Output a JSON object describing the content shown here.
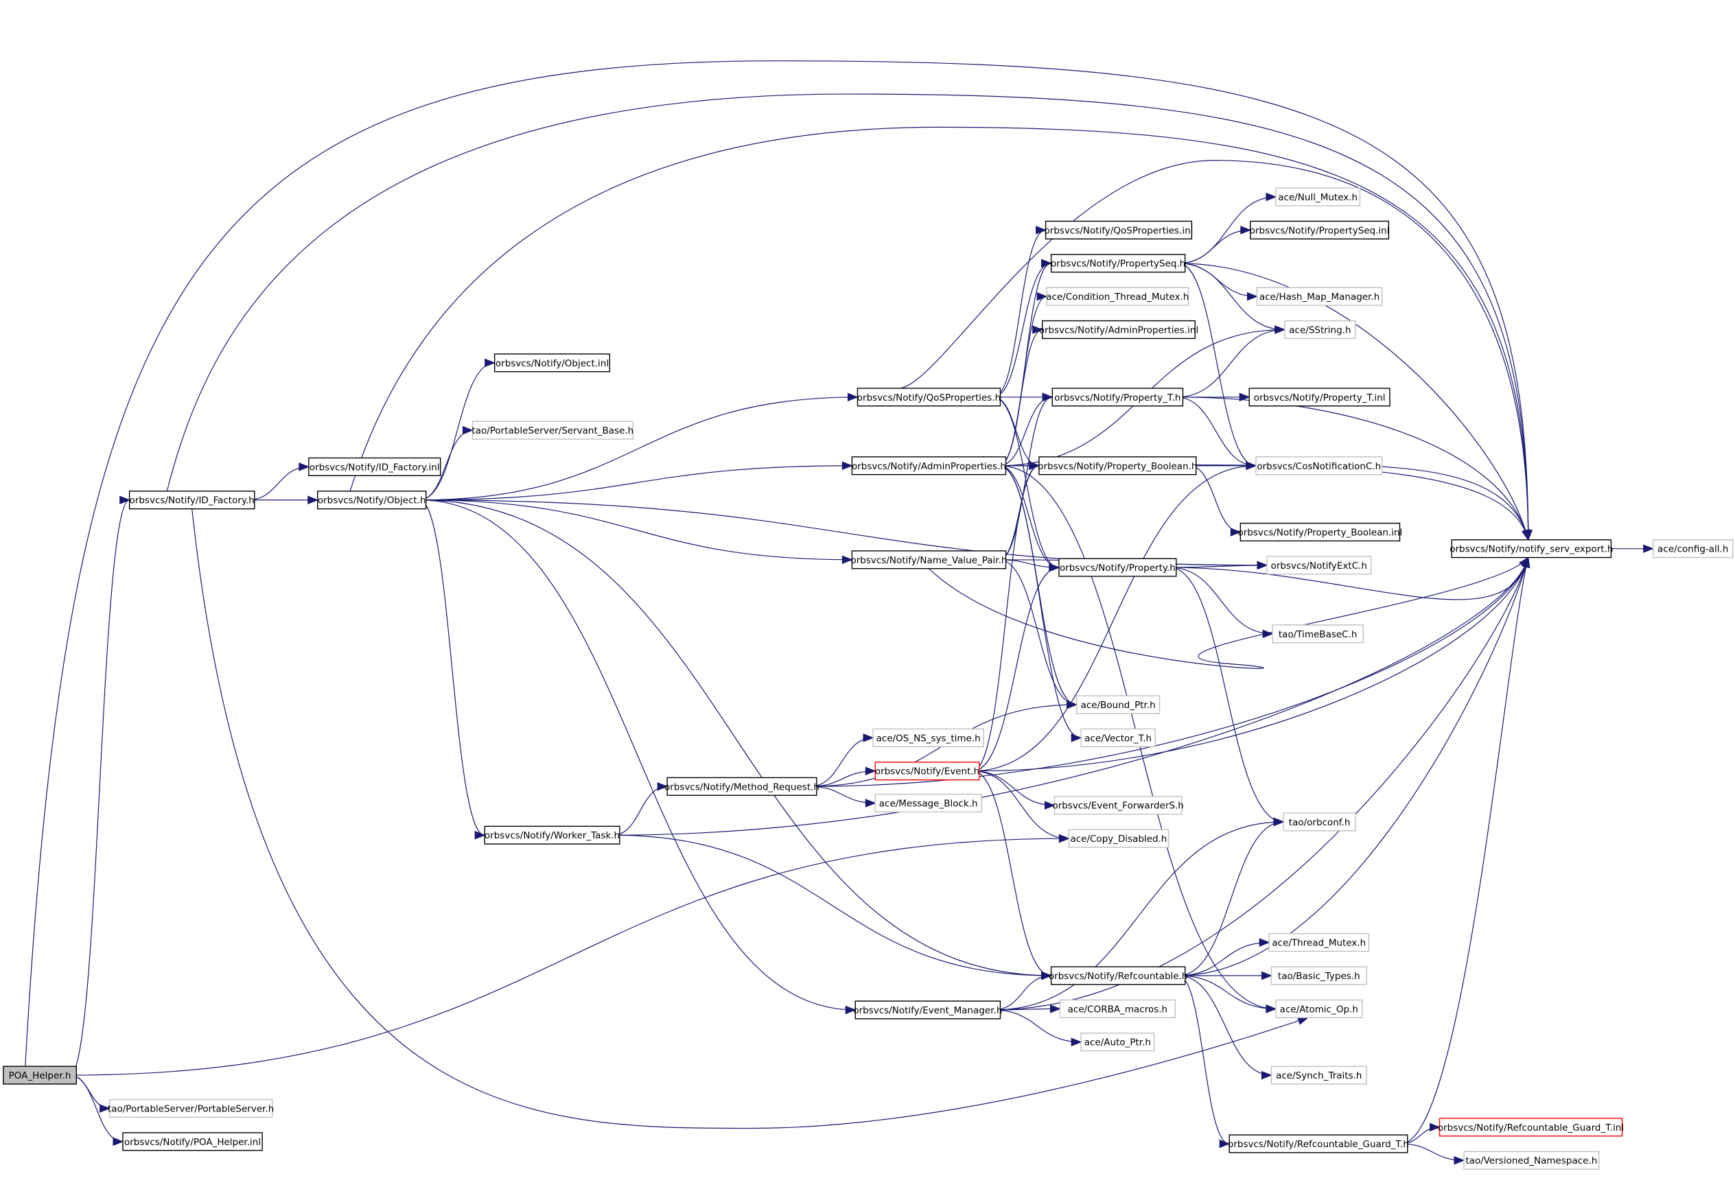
{
  "colors": {
    "edge": "#191970",
    "box_documented": "#000000",
    "box_undocumented": "#bfbfbf",
    "box_truncated": "#ff0000",
    "root_fill": "#bfbfbf",
    "background": "#ffffff"
  },
  "nodes": [
    {
      "id": "poa_helper_h",
      "label": "POA_Helper.h",
      "kind": "root"
    },
    {
      "id": "portableserver_h",
      "label": "tao/PortableServer/PortableServer.h",
      "kind": "undocumented"
    },
    {
      "id": "poa_helper_inl",
      "label": "orbsvcs/Notify/POA_Helper.inl",
      "kind": "documented"
    },
    {
      "id": "id_factory_h",
      "label": "orbsvcs/Notify/ID_Factory.h",
      "kind": "documented"
    },
    {
      "id": "id_factory_inl",
      "label": "orbsvcs/Notify/ID_Factory.inl",
      "kind": "documented"
    },
    {
      "id": "object_h",
      "label": "orbsvcs/Notify/Object.h",
      "kind": "documented"
    },
    {
      "id": "object_inl",
      "label": "orbsvcs/Notify/Object.inl",
      "kind": "documented"
    },
    {
      "id": "servant_base_h",
      "label": "tao/PortableServer/Servant_Base.h",
      "kind": "undocumented"
    },
    {
      "id": "qosproperties_h",
      "label": "orbsvcs/Notify/QoSProperties.h",
      "kind": "documented"
    },
    {
      "id": "adminproperties_h",
      "label": "orbsvcs/Notify/AdminProperties.h",
      "kind": "documented"
    },
    {
      "id": "name_value_pair_h",
      "label": "orbsvcs/Notify/Name_Value_Pair.h",
      "kind": "documented"
    },
    {
      "id": "worker_task_h",
      "label": "orbsvcs/Notify/Worker_Task.h",
      "kind": "documented"
    },
    {
      "id": "method_request_h",
      "label": "orbsvcs/Notify/Method_Request.h",
      "kind": "documented"
    },
    {
      "id": "event_manager_h",
      "label": "orbsvcs/Notify/Event_Manager.h",
      "kind": "documented"
    },
    {
      "id": "refcountable_guard_t_h",
      "label": "orbsvcs/Notify/Refcountable_Guard_T.h",
      "kind": "documented"
    },
    {
      "id": "qosproperties_inl",
      "label": "orbsvcs/Notify/QoSProperties.inl",
      "kind": "documented"
    },
    {
      "id": "propertyseq_h",
      "label": "orbsvcs/Notify/PropertySeq.h",
      "kind": "documented"
    },
    {
      "id": "condition_thread_mutex_h",
      "label": "ace/Condition_Thread_Mutex.h",
      "kind": "undocumented"
    },
    {
      "id": "adminproperties_inl",
      "label": "orbsvcs/Notify/AdminProperties.inl",
      "kind": "documented"
    },
    {
      "id": "property_t_h",
      "label": "orbsvcs/Notify/Property_T.h",
      "kind": "documented"
    },
    {
      "id": "property_boolean_h",
      "label": "orbsvcs/Notify/Property_Boolean.h",
      "kind": "documented"
    },
    {
      "id": "property_h",
      "label": "orbsvcs/Notify/Property.h",
      "kind": "documented"
    },
    {
      "id": "bound_ptr_h",
      "label": "ace/Bound_Ptr.h",
      "kind": "undocumented"
    },
    {
      "id": "vector_t_h",
      "label": "ace/Vector_T.h",
      "kind": "undocumented"
    },
    {
      "id": "os_ns_sys_time_h",
      "label": "ace/OS_NS_sys_time.h",
      "kind": "undocumented"
    },
    {
      "id": "event_h",
      "label": "orbsvcs/Notify/Event.h",
      "kind": "truncated"
    },
    {
      "id": "message_block_h",
      "label": "ace/Message_Block.h",
      "kind": "undocumented"
    },
    {
      "id": "event_forwarders_h",
      "label": "orbsvcs/Event_ForwarderS.h",
      "kind": "undocumented"
    },
    {
      "id": "copy_disabled_h",
      "label": "ace/Copy_Disabled.h",
      "kind": "undocumented"
    },
    {
      "id": "refcountable_h",
      "label": "orbsvcs/Notify/Refcountable.h",
      "kind": "documented"
    },
    {
      "id": "corba_macros_h",
      "label": "ace/CORBA_macros.h",
      "kind": "undocumented"
    },
    {
      "id": "auto_ptr_h",
      "label": "ace/Auto_Ptr.h",
      "kind": "undocumented"
    },
    {
      "id": "null_mutex_h",
      "label": "ace/Null_Mutex.h",
      "kind": "undocumented"
    },
    {
      "id": "propertyseq_inl",
      "label": "orbsvcs/Notify/PropertySeq.inl",
      "kind": "documented"
    },
    {
      "id": "hash_map_manager_h",
      "label": "ace/Hash_Map_Manager.h",
      "kind": "undocumented"
    },
    {
      "id": "sstring_h",
      "label": "ace/SString.h",
      "kind": "undocumented"
    },
    {
      "id": "property_t_inl",
      "label": "orbsvcs/Notify/Property_T.inl",
      "kind": "documented"
    },
    {
      "id": "cosnotificationc_h",
      "label": "orbsvcs/CosNotificationC.h",
      "kind": "undocumented"
    },
    {
      "id": "property_boolean_inl",
      "label": "orbsvcs/Notify/Property_Boolean.inl",
      "kind": "documented"
    },
    {
      "id": "notifyextc_h",
      "label": "orbsvcs/NotifyExtC.h",
      "kind": "undocumented"
    },
    {
      "id": "timebasec_h",
      "label": "tao/TimeBaseC.h",
      "kind": "undocumented"
    },
    {
      "id": "orbconf_h",
      "label": "tao/orbconf.h",
      "kind": "undocumented"
    },
    {
      "id": "thread_mutex_h",
      "label": "ace/Thread_Mutex.h",
      "kind": "undocumented"
    },
    {
      "id": "basic_types_h",
      "label": "tao/Basic_Types.h",
      "kind": "undocumented"
    },
    {
      "id": "atomic_op_h",
      "label": "ace/Atomic_Op.h",
      "kind": "undocumented"
    },
    {
      "id": "synch_traits_h",
      "label": "ace/Synch_Traits.h",
      "kind": "undocumented"
    },
    {
      "id": "refcountable_guard_t_inl",
      "label": "orbsvcs/Notify/Refcountable_Guard_T.inl",
      "kind": "truncated"
    },
    {
      "id": "versioned_namespace_h",
      "label": "tao/Versioned_Namespace.h",
      "kind": "undocumented"
    },
    {
      "id": "notify_serv_export_h",
      "label": "orbsvcs/Notify/notify_serv_export.h",
      "kind": "documented"
    },
    {
      "id": "config_all_h",
      "label": "ace/config-all.h",
      "kind": "undocumented"
    }
  ]
}
